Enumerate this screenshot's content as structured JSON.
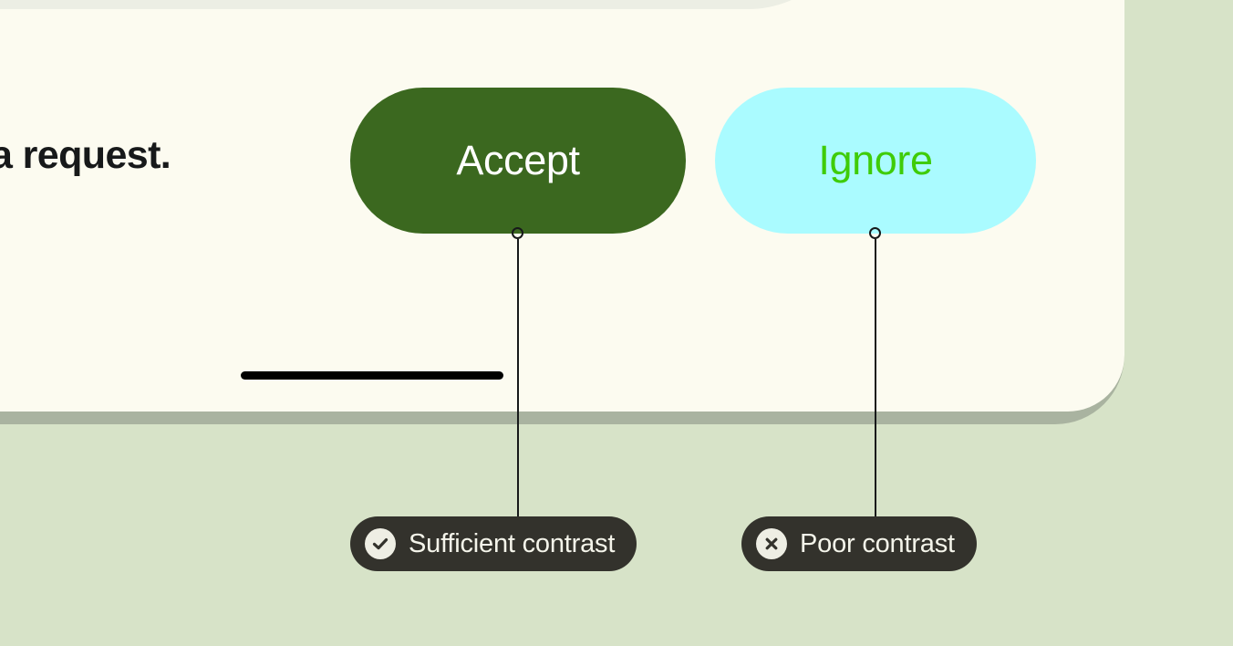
{
  "screen": {
    "body_text_fragment": "a request.",
    "home_indicator": "home-indicator-bar"
  },
  "buttons": [
    {
      "id": "accept",
      "label": "Accept",
      "background": "#3b681f",
      "text_color": "#ffffff",
      "contrast_verdict": "Sufficient contrast"
    },
    {
      "id": "ignore",
      "label": "Ignore",
      "background": "#aafbff",
      "text_color": "#3fcc08",
      "contrast_verdict": "Poor contrast"
    }
  ],
  "annotations": [
    {
      "id": "sufficient",
      "label": "Sufficient contrast",
      "icon": "check-circle-icon",
      "targets": "accept"
    },
    {
      "id": "poor",
      "label": "Poor contrast",
      "icon": "x-circle-icon",
      "targets": "ignore"
    }
  ],
  "colors": {
    "page_background": "#d7e3c8",
    "device_bezel": "#a9b3a0",
    "device_screen": "#fcfbf0",
    "inner_card": "#eceee4",
    "callout_pill": "#33322c",
    "callout_text": "#f4f4ea",
    "callout_icon_circle": "#eeeee4",
    "leader_line": "#17191a"
  }
}
